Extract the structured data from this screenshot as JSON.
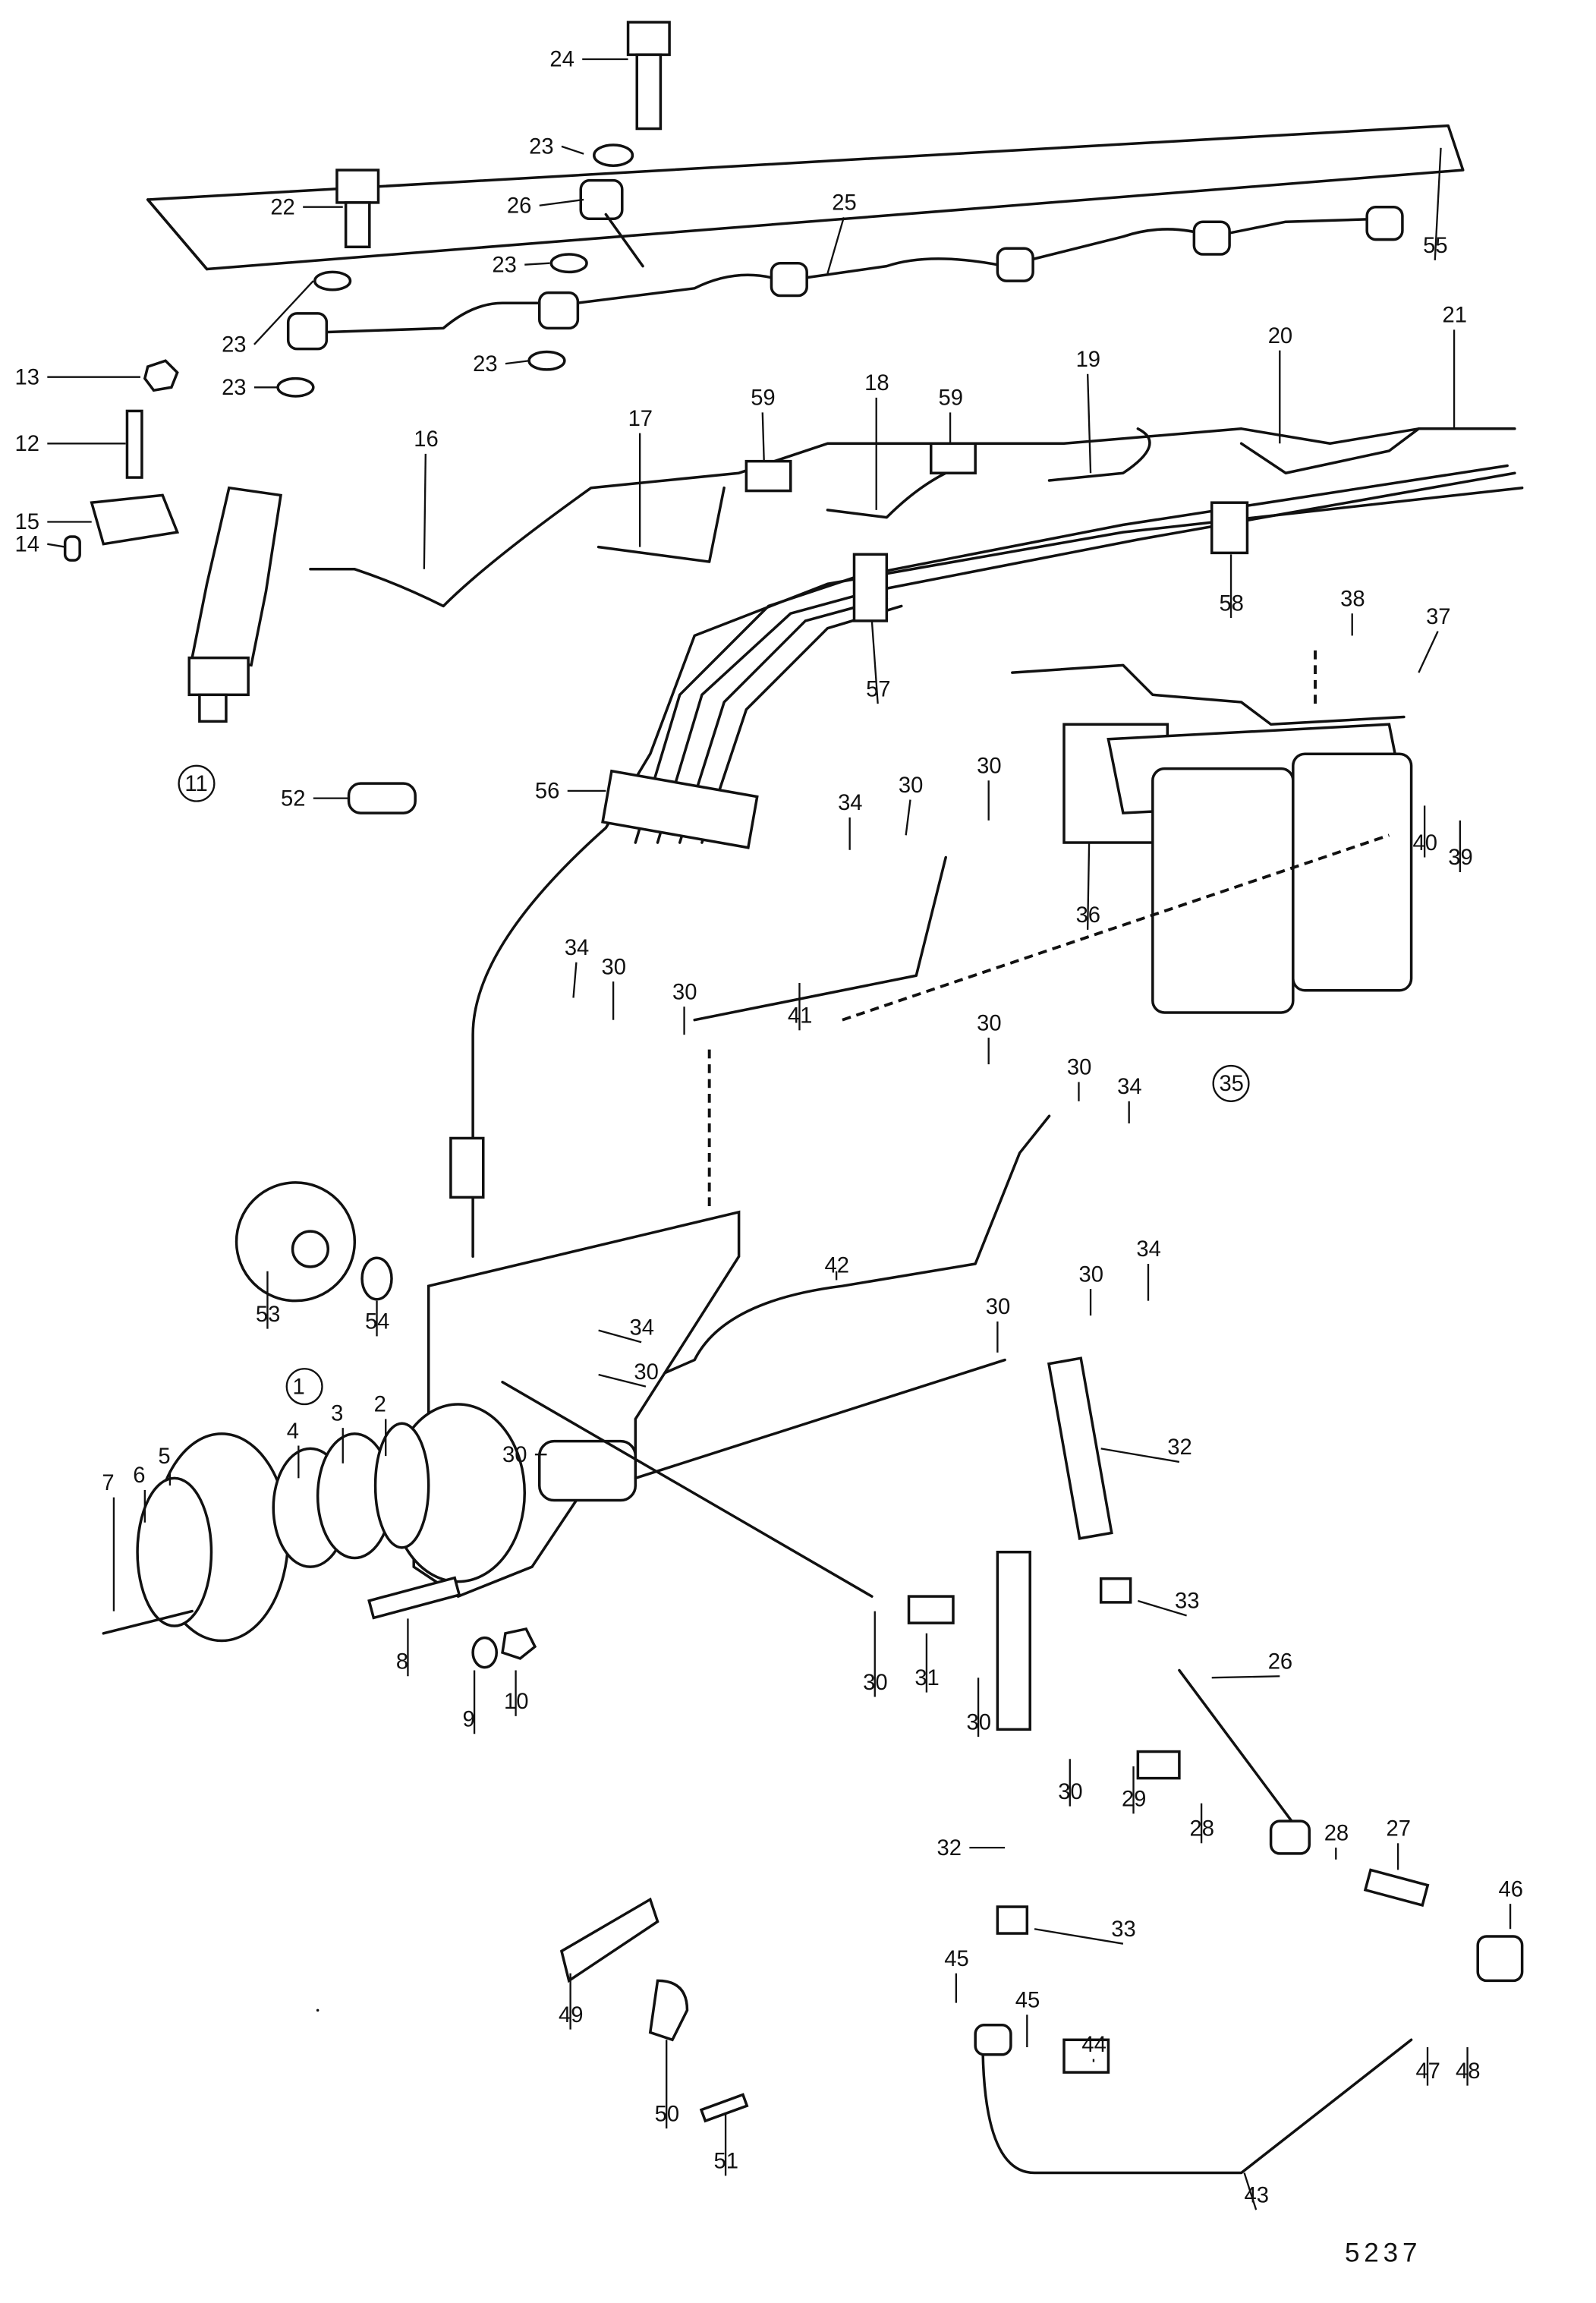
{
  "diagram": {
    "title": "Fuel injection pump and fuel lines, exploded view",
    "reference_number": "5237",
    "part_labels": [
      "24",
      "23",
      "22",
      "26",
      "23",
      "25",
      "55",
      "23",
      "23",
      "23",
      "13",
      "12",
      "15",
      "14",
      "16",
      "17",
      "59",
      "18",
      "59",
      "19",
      "20",
      "21",
      "11",
      "58",
      "57",
      "38",
      "37",
      "52",
      "56",
      "34",
      "30",
      "30",
      "36",
      "40",
      "39",
      "34",
      "30",
      "30",
      "41",
      "35",
      "30",
      "30",
      "34",
      "53",
      "54",
      "42",
      "34",
      "30",
      "1",
      "30",
      "30",
      "30",
      "34",
      "32",
      "33",
      "7",
      "6",
      "5",
      "4",
      "3",
      "2",
      "8",
      "9",
      "10",
      "30",
      "31",
      "30",
      "26",
      "32",
      "30",
      "29",
      "28",
      "28",
      "27",
      "46",
      "33",
      "45",
      "45",
      "44",
      "47",
      "48",
      "49",
      "50",
      "51",
      "43"
    ],
    "circled_labels": [
      "11",
      "35",
      "1"
    ]
  }
}
